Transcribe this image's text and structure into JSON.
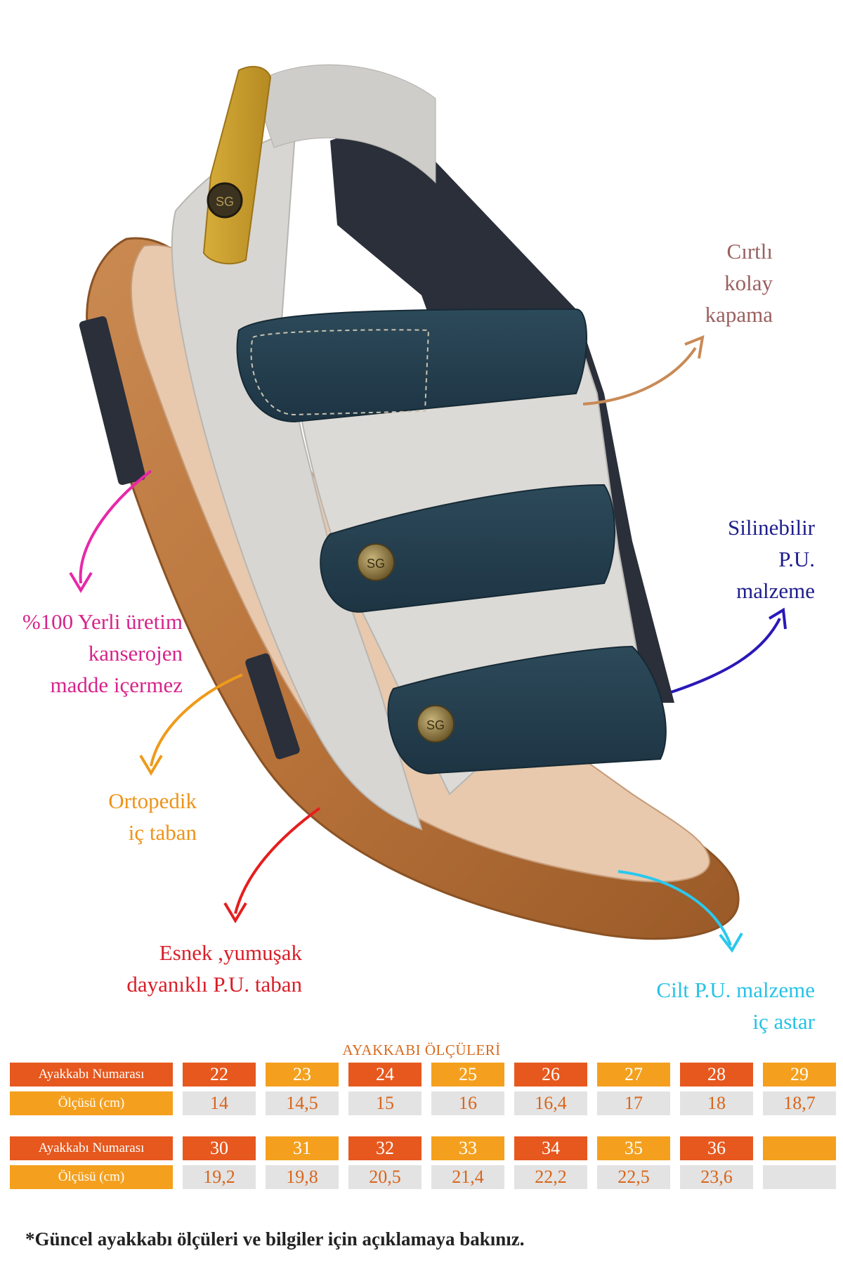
{
  "features": {
    "closure": [
      "Cırtlı",
      "kolay",
      "kapama"
    ],
    "material": [
      "Silinebilir",
      "P.U.",
      "malzeme"
    ],
    "origin": [
      "%100 Yerli üretim",
      "kanserojen",
      "madde içermez"
    ],
    "insole": [
      "Ortopedik",
      "iç taban"
    ],
    "sole": [
      "Esnek ,yumuşak",
      "dayanıklı P.U. taban"
    ],
    "lining": [
      "Cilt P.U. malzeme",
      "iç astar"
    ]
  },
  "sandal": {
    "button_text": "SG"
  },
  "size_table": {
    "title": "AYAKKABI ÖLÇÜLERİ",
    "row_labels": {
      "size": "Ayakkabı Numarası",
      "length": "Ölçüsü (cm)"
    },
    "rows": [
      {
        "sizes": [
          "22",
          "23",
          "24",
          "25",
          "26",
          "27",
          "28",
          "29"
        ],
        "lengths": [
          "14",
          "14,5",
          "15",
          "16",
          "16,4",
          "17",
          "18",
          "18,7"
        ]
      },
      {
        "sizes": [
          "30",
          "31",
          "32",
          "33",
          "34",
          "35",
          "36",
          ""
        ],
        "lengths": [
          "19,2",
          "19,8",
          "20,5",
          "21,4",
          "22,2",
          "22,5",
          "23,6",
          ""
        ]
      }
    ]
  },
  "footnote": "*Güncel ayakkabı ölçüleri ve bilgiler için açıklamaya bakınız.",
  "colors": {
    "closure": "#9a6060",
    "material": "#1e1e8c",
    "origin": "#d8238a",
    "insole": "#ee9318",
    "sole": "#d81e28",
    "lining": "#27c2e6",
    "row_red": "#e6581e",
    "row_orange": "#f4a01e"
  }
}
